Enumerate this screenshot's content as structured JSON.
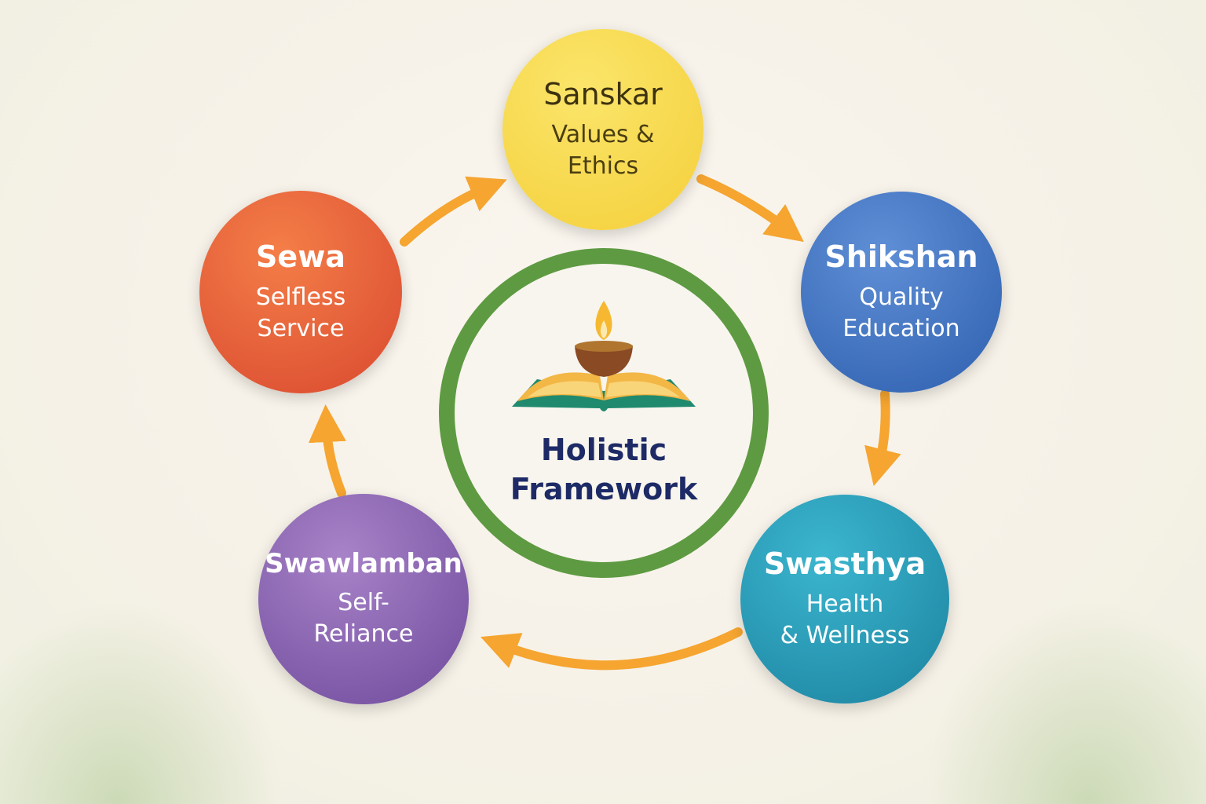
{
  "center": {
    "title": "Holistic\nFramework",
    "icon": "diya-on-open-book-icon"
  },
  "nodes": {
    "sanskar": {
      "title": "Sanskar",
      "subtitle": "Values &\nEthics",
      "color": "#f4cf3a"
    },
    "shikshan": {
      "title": "Shikshan",
      "subtitle": "Quality\nEducation",
      "color": "#3c6fc0"
    },
    "swasthya": {
      "title": "Swasthya",
      "subtitle": "Health\n& Wellness",
      "color": "#26a0bd"
    },
    "swawlamban": {
      "title": "Swawlamban",
      "subtitle": "Self-\nReliance",
      "color": "#8a62b4"
    },
    "sewa": {
      "title": "Sewa",
      "subtitle": "Selfless\nService",
      "color": "#e6603a"
    }
  },
  "colors": {
    "arrow": "#f5a530",
    "ring": "#5e9a42",
    "center_text": "#1d2a66"
  }
}
